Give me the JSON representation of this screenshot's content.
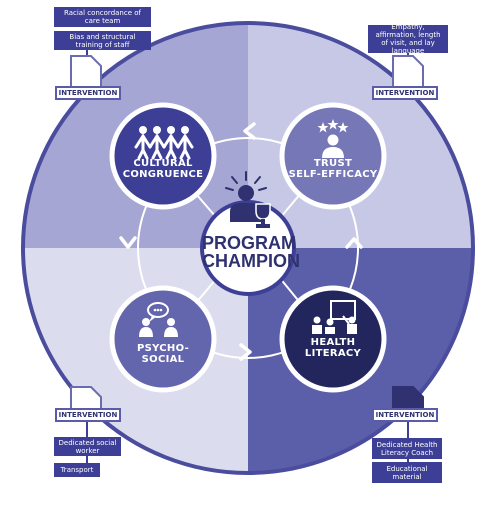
{
  "center": {
    "line1": "PROGRAM",
    "line2": "CHAMPION"
  },
  "nodes": {
    "cultural": {
      "line1": "CULTURAL",
      "line2": "CONGRUENCE",
      "icon": "people-group-icon"
    },
    "trust": {
      "line1": "TRUST",
      "line2": "SELF-EFFICACY",
      "icon": "person-stars-icon"
    },
    "psycho": {
      "line1": "PSYCHO-SOCIAL",
      "icon": "conversation-icon"
    },
    "health": {
      "line1": "HEALTH",
      "line2": "LITERACY",
      "icon": "classroom-icon"
    }
  },
  "quadrants": {
    "top_left": {
      "tag": "INTERVENTION",
      "items": [
        "Racial concordance of care team",
        "Bias and structural training of staff"
      ]
    },
    "top_right": {
      "tag": "INTERVENTION",
      "items": [
        "Empathy, affirmation, length of visit, and lay language"
      ]
    },
    "bottom_left": {
      "tag": "INTERVENTION",
      "items": [
        "Dedicated social worker",
        "Transport"
      ]
    },
    "bottom_right": {
      "tag": "INTERVENTION",
      "items": [
        "Dedicated Health Literacy Coach",
        "Educational material"
      ]
    }
  },
  "colors": {
    "q_top_left": "#a5a6d4",
    "q_top_right": "#c7c8e6",
    "q_bottom_left": "#dcdcef",
    "q_bottom_right": "#5b5ea9",
    "node_cultural": "#3d3f96",
    "node_trust": "#7577b6",
    "node_psycho": "#6466ad",
    "node_health": "#23265c",
    "accent": "#3d3f96"
  }
}
